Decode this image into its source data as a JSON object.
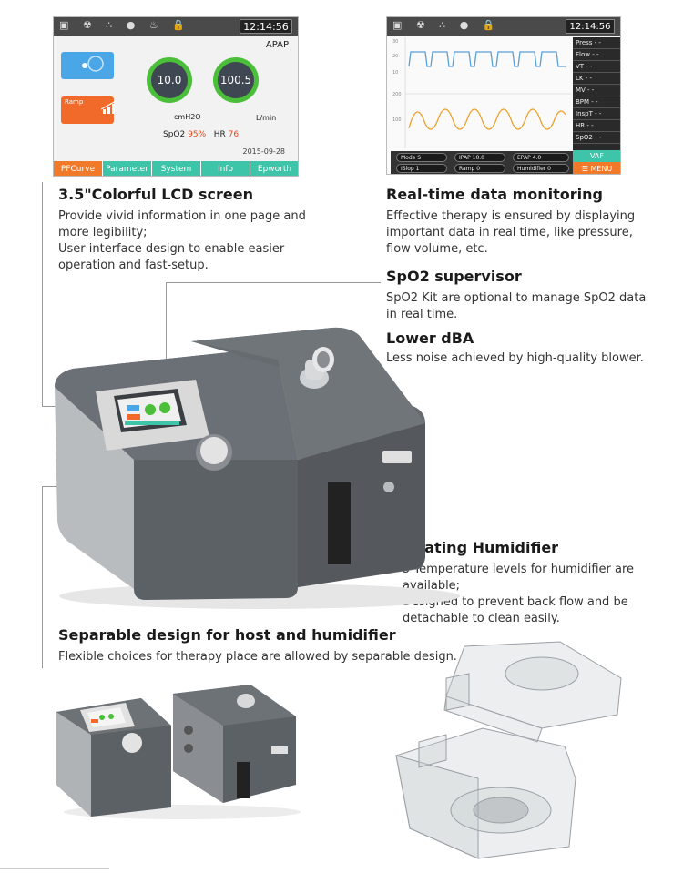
{
  "screen1": {
    "time": "12:14:56",
    "mode": "APAP",
    "pressure_value": "10.0",
    "flow_value": "100.5",
    "pressure_unit": "cmH2O",
    "flow_unit": "L/min",
    "spo2_label": "SpO2",
    "spo2_value": "95%",
    "hr_label": "HR",
    "hr_value": "76",
    "ramp_label": "Ramp",
    "date": "2015-09-28",
    "tabs": [
      "PFCurve",
      "Parameter",
      "System",
      "Info",
      "Epworth"
    ]
  },
  "screen2": {
    "time": "12:14:56",
    "side_items": [
      "Press  - -",
      "Flow  - -",
      "VT  - -",
      "LK  - -",
      "MV  - -",
      "BPM  - -",
      "InspT  - -",
      "HR  - -",
      "SpO2  - -"
    ],
    "vaf": "VAF",
    "menu": "MENU",
    "params": {
      "mode": "Mode   S",
      "islop": "ISlop   1",
      "ipap": "IPAP   10.0",
      "ramp": "Ramp   0",
      "epap": "EPAP   4.0",
      "humidifier": "Humidifier  0"
    },
    "axis_ticks": [
      "30",
      "20",
      "10",
      "200",
      "100"
    ]
  },
  "features": {
    "lcd": {
      "title": "3.5\"Colorful LCD screen",
      "lines": [
        "Provide vivid information in one page and",
        "more legibility;",
        "User interface design to enable easier",
        "operation and fast-setup."
      ]
    },
    "monitoring": {
      "title": "Real-time data monitoring",
      "lines": [
        "Effective therapy is ensured by displaying",
        "important data in real time, like pressure,",
        "flow volume, etc."
      ]
    },
    "spo2": {
      "title": "SpO2 supervisor",
      "lines": [
        "SpO2 Kit are optional to manage SpO2 data",
        "in real time."
      ]
    },
    "dba": {
      "title": "Lower dBA",
      "lines": [
        "Less noise achieved by high-quality blower."
      ]
    },
    "humidifier": {
      "title": "Heating Humidifier",
      "lines": [
        "5 Temperature levels for humidifier are",
        "available;",
        "Designed to prevent back flow and be",
        "detachable to clean easily."
      ]
    },
    "separable": {
      "title": "Separable design for host and humidifier",
      "lines": [
        "Flexible choices for therapy place are allowed by separable design."
      ]
    }
  },
  "colors": {
    "accent_green": "#3ec4a8",
    "accent_orange": "#f07a2a",
    "gauge_ring": "#4bbf3a",
    "device_body": "#55595e"
  }
}
